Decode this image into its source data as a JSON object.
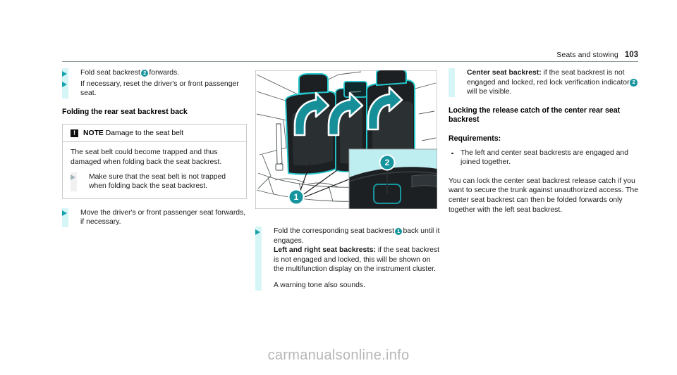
{
  "header": {
    "section": "Seats and stowing",
    "page_number": "103"
  },
  "left_column": {
    "steps": [
      {
        "before": "Fold seat backrest",
        "badge": "2",
        "after": "forwards."
      },
      {
        "text": "If necessary, reset the driver's or front passenger seat."
      }
    ],
    "heading": "Folding the rear seat backrest back",
    "note": {
      "icon": "!",
      "label": "NOTE",
      "title": "Damage to the seat belt",
      "body": "The seat belt could become trapped and thus damaged when folding back the seat backrest.",
      "action": "Make sure that the seat belt is not trapped when folding back the seat backrest."
    },
    "final_step": "Move the driver's or front passenger seat forwards, if necessary."
  },
  "middle_column": {
    "figure": {
      "callout_1": "1",
      "callout_2": "2",
      "alt": "rear-seat-backrests-illustration"
    },
    "step": {
      "before": "Fold the corresponding seat backrest",
      "badge": "1",
      "after": "back until it engages.",
      "bold_lead": "Left and right seat backrests:",
      "rest": "if the seat backrest is not engaged and locked, this will be shown on the multifunction display on the instrument cluster.",
      "tone": "A warning tone also sounds."
    }
  },
  "right_column": {
    "center_note": {
      "bold_lead": "Center seat backrest:",
      "part1": "if the seat backrest is not engaged and locked, red lock verification indicator",
      "badge": "2",
      "part2": "will be visible."
    },
    "heading": "Locking the release catch of the center rear seat backrest",
    "requirements_label": "Requirements:",
    "requirements": [
      "The left and center seat backrests are engaged and joined together."
    ],
    "paragraph": "You can lock the center seat backrest release catch if you want to secure the trunk against unauthorized access. The center seat backrest can then be folded forwards only together with the left seat backrest."
  },
  "watermark": "carmanualsonline.info",
  "colors": {
    "teal": "#17a3ad",
    "teal_dark": "#17959e",
    "cyan_bar": "#d6f5f7",
    "rule": "#8a9699"
  }
}
